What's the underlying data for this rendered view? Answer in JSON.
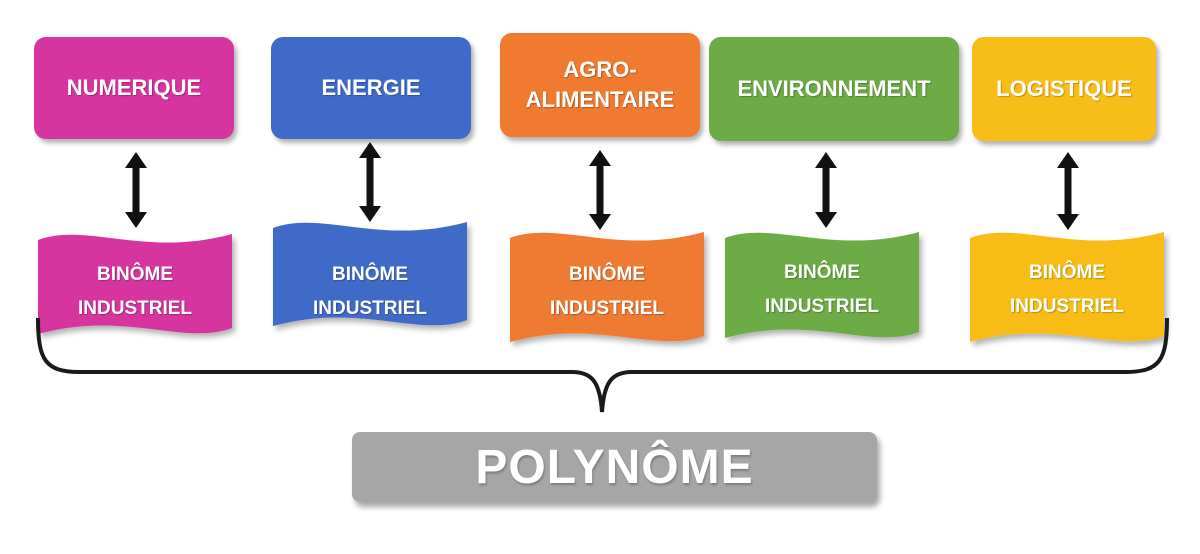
{
  "sectors": [
    {
      "label": "NUMERIQUE",
      "color": "#d6349f"
    },
    {
      "label": "ENERGIE",
      "color": "#3f6ac8"
    },
    {
      "label": "AGRO-\nALIMENTAIRE",
      "color": "#ef7a30"
    },
    {
      "label": "ENVIRONNEMENT",
      "color": "#6cab45"
    },
    {
      "label": "LOGISTIQUE",
      "color": "#f7bd18"
    }
  ],
  "binome": {
    "line1": "BINÔME",
    "line2": "INDUSTRIEL"
  },
  "polynome": {
    "label": "POLYNÔME",
    "color": "#a6a6a6"
  }
}
